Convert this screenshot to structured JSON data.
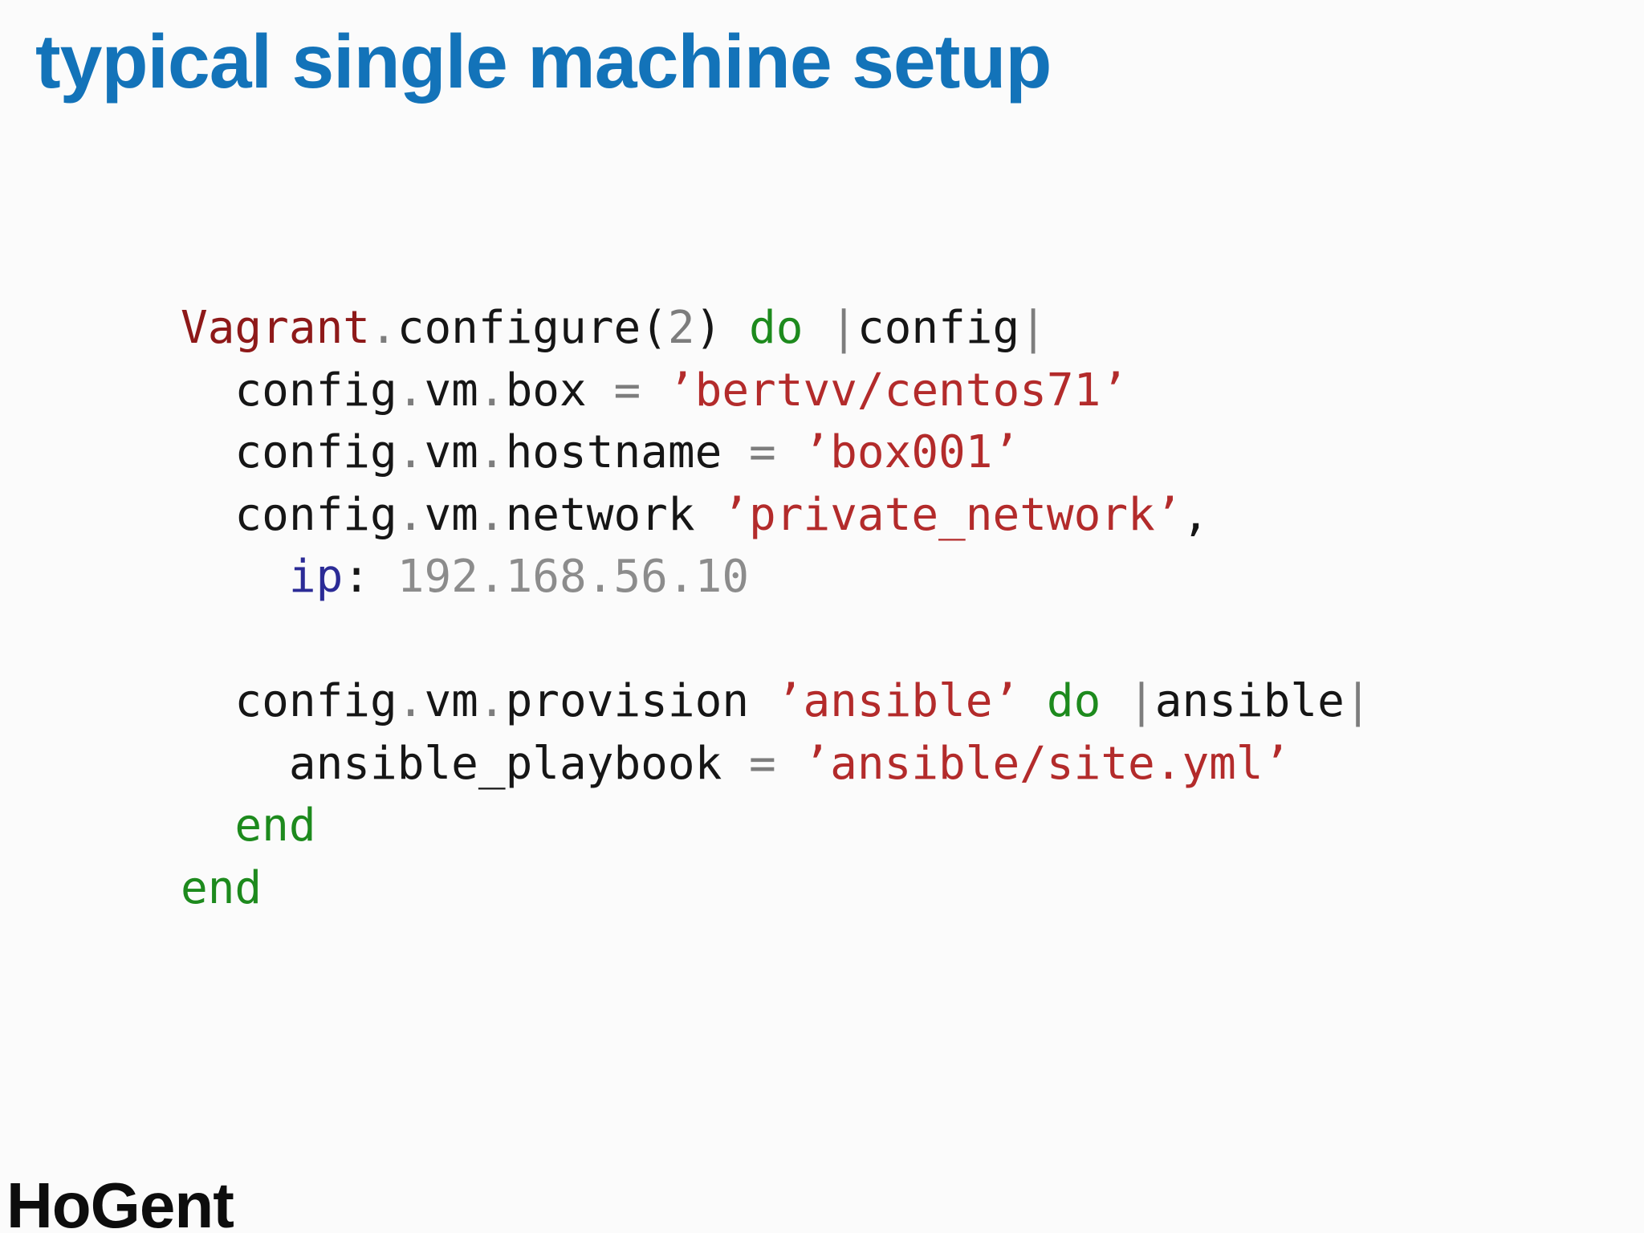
{
  "slide": {
    "title": "typical single machine setup",
    "title_color": "#1373b9",
    "background_color": "#fbfbfb",
    "footer_logo_text": "HoGent",
    "footer_logo_color": "#0d0d0d"
  },
  "code": {
    "language": "ruby-vagrantfile",
    "palette": {
      "black": "#161616",
      "gray": "#7d7d7d",
      "number": "#8c8c8c",
      "darkred": "#8e1919",
      "red": "#b32b2b",
      "green": "#1d8a1d",
      "navy": "#2b2b96"
    },
    "lines": [
      [
        {
          "t": "Vagrant",
          "c": "darkred"
        },
        {
          "t": ".",
          "c": "gray"
        },
        {
          "t": "configure",
          "c": "black"
        },
        {
          "t": "(",
          "c": "black"
        },
        {
          "t": "2",
          "c": "gray"
        },
        {
          "t": ")",
          "c": "black"
        },
        {
          "t": " ",
          "c": "black"
        },
        {
          "t": "do",
          "c": "green"
        },
        {
          "t": " ",
          "c": "black"
        },
        {
          "t": "|",
          "c": "gray"
        },
        {
          "t": "config",
          "c": "black"
        },
        {
          "t": "|",
          "c": "gray"
        }
      ],
      [
        {
          "t": "  config",
          "c": "black"
        },
        {
          "t": ".",
          "c": "gray"
        },
        {
          "t": "vm",
          "c": "black"
        },
        {
          "t": ".",
          "c": "gray"
        },
        {
          "t": "box",
          "c": "black"
        },
        {
          "t": " ",
          "c": "black"
        },
        {
          "t": "=",
          "c": "gray"
        },
        {
          "t": " ",
          "c": "black"
        },
        {
          "t": "’bertvv/centos71’",
          "c": "red"
        }
      ],
      [
        {
          "t": "  config",
          "c": "black"
        },
        {
          "t": ".",
          "c": "gray"
        },
        {
          "t": "vm",
          "c": "black"
        },
        {
          "t": ".",
          "c": "gray"
        },
        {
          "t": "hostname",
          "c": "black"
        },
        {
          "t": " ",
          "c": "black"
        },
        {
          "t": "=",
          "c": "gray"
        },
        {
          "t": " ",
          "c": "black"
        },
        {
          "t": "’box001’",
          "c": "red"
        }
      ],
      [
        {
          "t": "  config",
          "c": "black"
        },
        {
          "t": ".",
          "c": "gray"
        },
        {
          "t": "vm",
          "c": "black"
        },
        {
          "t": ".",
          "c": "gray"
        },
        {
          "t": "network",
          "c": "black"
        },
        {
          "t": " ",
          "c": "black"
        },
        {
          "t": "’private_network’",
          "c": "red"
        },
        {
          "t": ",",
          "c": "black"
        }
      ],
      [
        {
          "t": "    ",
          "c": "black"
        },
        {
          "t": "ip",
          "c": "navy"
        },
        {
          "t": ":",
          "c": "black"
        },
        {
          "t": " ",
          "c": "black"
        },
        {
          "t": "192.168.56.10",
          "c": "number"
        }
      ],
      [],
      [
        {
          "t": "  config",
          "c": "black"
        },
        {
          "t": ".",
          "c": "gray"
        },
        {
          "t": "vm",
          "c": "black"
        },
        {
          "t": ".",
          "c": "gray"
        },
        {
          "t": "provision",
          "c": "black"
        },
        {
          "t": " ",
          "c": "black"
        },
        {
          "t": "’ansible’",
          "c": "red"
        },
        {
          "t": " ",
          "c": "black"
        },
        {
          "t": "do",
          "c": "green"
        },
        {
          "t": " ",
          "c": "black"
        },
        {
          "t": "|",
          "c": "gray"
        },
        {
          "t": "ansible",
          "c": "black"
        },
        {
          "t": "|",
          "c": "gray"
        }
      ],
      [
        {
          "t": "    ansible_playbook",
          "c": "black"
        },
        {
          "t": " ",
          "c": "black"
        },
        {
          "t": "=",
          "c": "gray"
        },
        {
          "t": " ",
          "c": "black"
        },
        {
          "t": "’ansible/site.yml’",
          "c": "red"
        }
      ],
      [
        {
          "t": "  end",
          "c": "green"
        }
      ],
      [
        {
          "t": "end",
          "c": "green"
        }
      ]
    ]
  }
}
